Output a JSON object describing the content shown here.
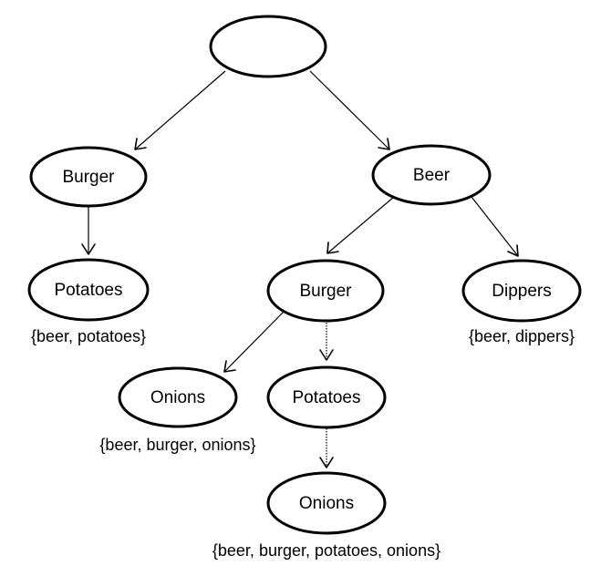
{
  "nodes": {
    "root": "",
    "burger_left": "Burger",
    "beer": "Beer",
    "potatoes_left": "Potatoes",
    "burger_mid": "Burger",
    "dippers": "Dippers",
    "onions_mid": "Onions",
    "potatoes_mid": "Potatoes",
    "onions_bottom": "Onions"
  },
  "sets": {
    "beer_potatoes": "{beer, potatoes}",
    "beer_dippers": "{beer, dippers}",
    "beer_burger_onions": "{beer, burger, onions}",
    "beer_burger_potatoes_onions": "{beer, burger, potatoes, onions}"
  }
}
